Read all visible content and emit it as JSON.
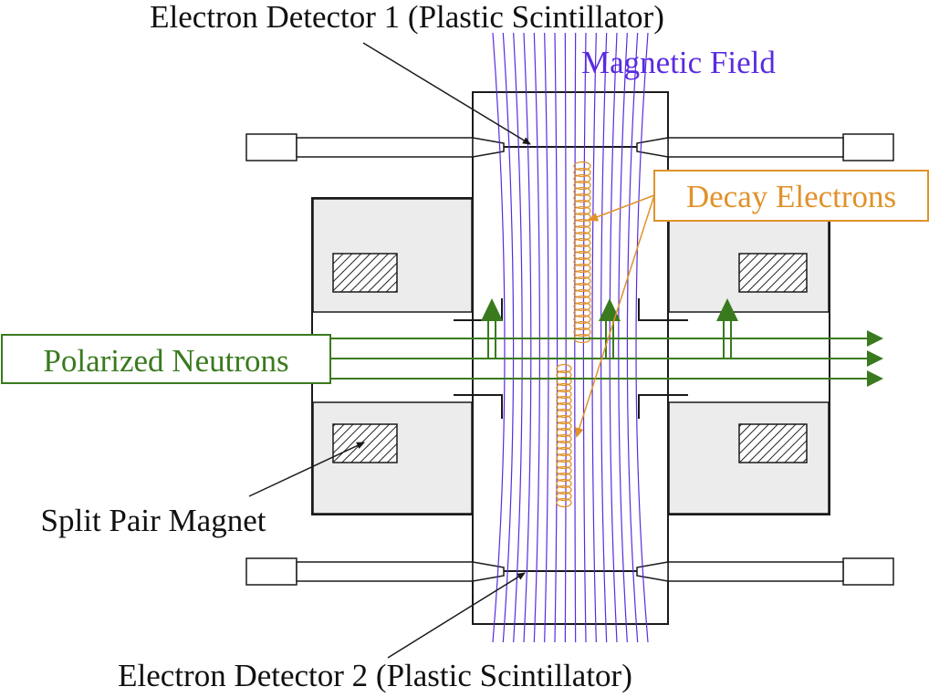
{
  "labels": {
    "detector1": "Electron Detector 1 (Plastic Scintillator)",
    "detector2": "Electron Detector 2 (Plastic Scintillator)",
    "magnetic_field": "Magnetic Field",
    "decay_electrons": "Decay Electrons",
    "polarized_neutrons": "Polarized Neutrons",
    "split_pair_magnet": "Split Pair Magnet"
  },
  "colors": {
    "field_lines": "#5a2be0",
    "decay_electrons": "#e0922a",
    "neutrons": "#3a7a1e",
    "outline": "#1a1a1a",
    "magnet_fill": "#ececec"
  }
}
